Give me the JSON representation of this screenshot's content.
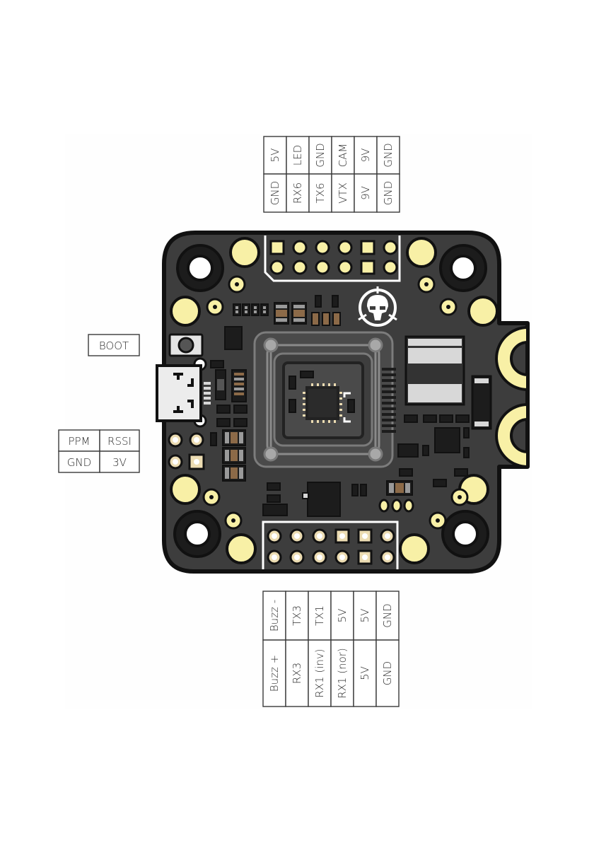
{
  "diagram": {
    "title": "Flight controller pinout",
    "colors": {
      "board": "#3d3d3d",
      "board_outline": "#111111",
      "pad_gold": "#f8f0a6",
      "pad_cream": "#ecdcb2",
      "mount_ring": "#1c1c1c",
      "silkscreen": "#ffffff",
      "resistor_brown": "#8c6a48",
      "resistor_gray": "#9a9a9a",
      "label_border": "#3a3a3a",
      "label_text": "#2b2b2b"
    },
    "top_header": {
      "name": "top-connector",
      "row_outer": [
        "5V",
        "LED",
        "GND",
        "CAM",
        "9V",
        "GND"
      ],
      "row_inner": [
        "GND",
        "RX6",
        "TX6",
        "VTX",
        "9V",
        "GND"
      ],
      "pad_shapes_row1": [
        "square",
        "round",
        "round",
        "round",
        "square",
        "round"
      ],
      "pad_shapes_row2": [
        "round",
        "round",
        "round",
        "round",
        "square",
        "round"
      ]
    },
    "bottom_header": {
      "name": "bottom-connector",
      "row_inner": [
        "Buzz -",
        "TX3",
        "TX1",
        "5V",
        "5V",
        "GND"
      ],
      "row_outer": [
        "Buzz +",
        "RX3",
        "RX1 (inv)",
        "RX1 (nor)",
        "5V",
        "GND"
      ],
      "pad_shapes_row1": [
        "round",
        "round",
        "round",
        "square",
        "square",
        "round"
      ],
      "pad_shapes_row2": [
        "round",
        "round",
        "round",
        "round",
        "square",
        "round"
      ]
    },
    "left_labels": {
      "boot": "BOOT",
      "grid": [
        [
          "PPM",
          "RSSI"
        ],
        [
          "GND",
          "3V"
        ]
      ]
    },
    "logo": "skull-helmet-logo"
  }
}
